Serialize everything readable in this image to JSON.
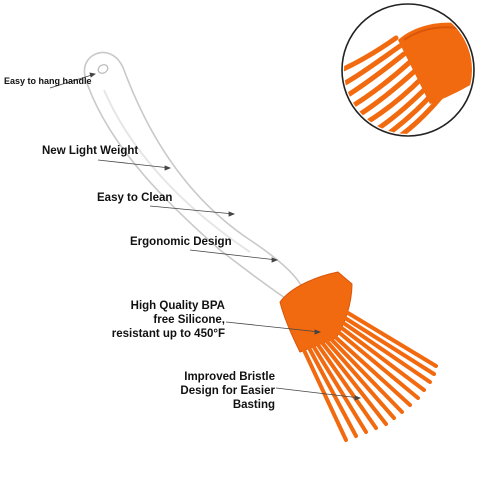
{
  "labels": {
    "hang_handle": "Easy to hang handle",
    "light_weight": "New Light Weight",
    "easy_clean": "Easy to Clean",
    "ergonomic": "Ergonomic Design",
    "bpa_line1": "High Quality BPA",
    "bpa_line2": "free Silicone,",
    "bpa_line3": "resistant up to 450°F",
    "bristle_line1": "Improved Bristle",
    "bristle_line2": "Design for Easier",
    "bristle_line3": "Basting"
  },
  "colors": {
    "brush_orange": "#f26a0f",
    "brush_orange_dark": "#d9560a",
    "handle_outline": "#c9c9c9",
    "text": "#111111",
    "circle_border": "#222222"
  },
  "icons": {
    "product": "silicone-basting-brush",
    "inset": "bristle-closeup"
  }
}
